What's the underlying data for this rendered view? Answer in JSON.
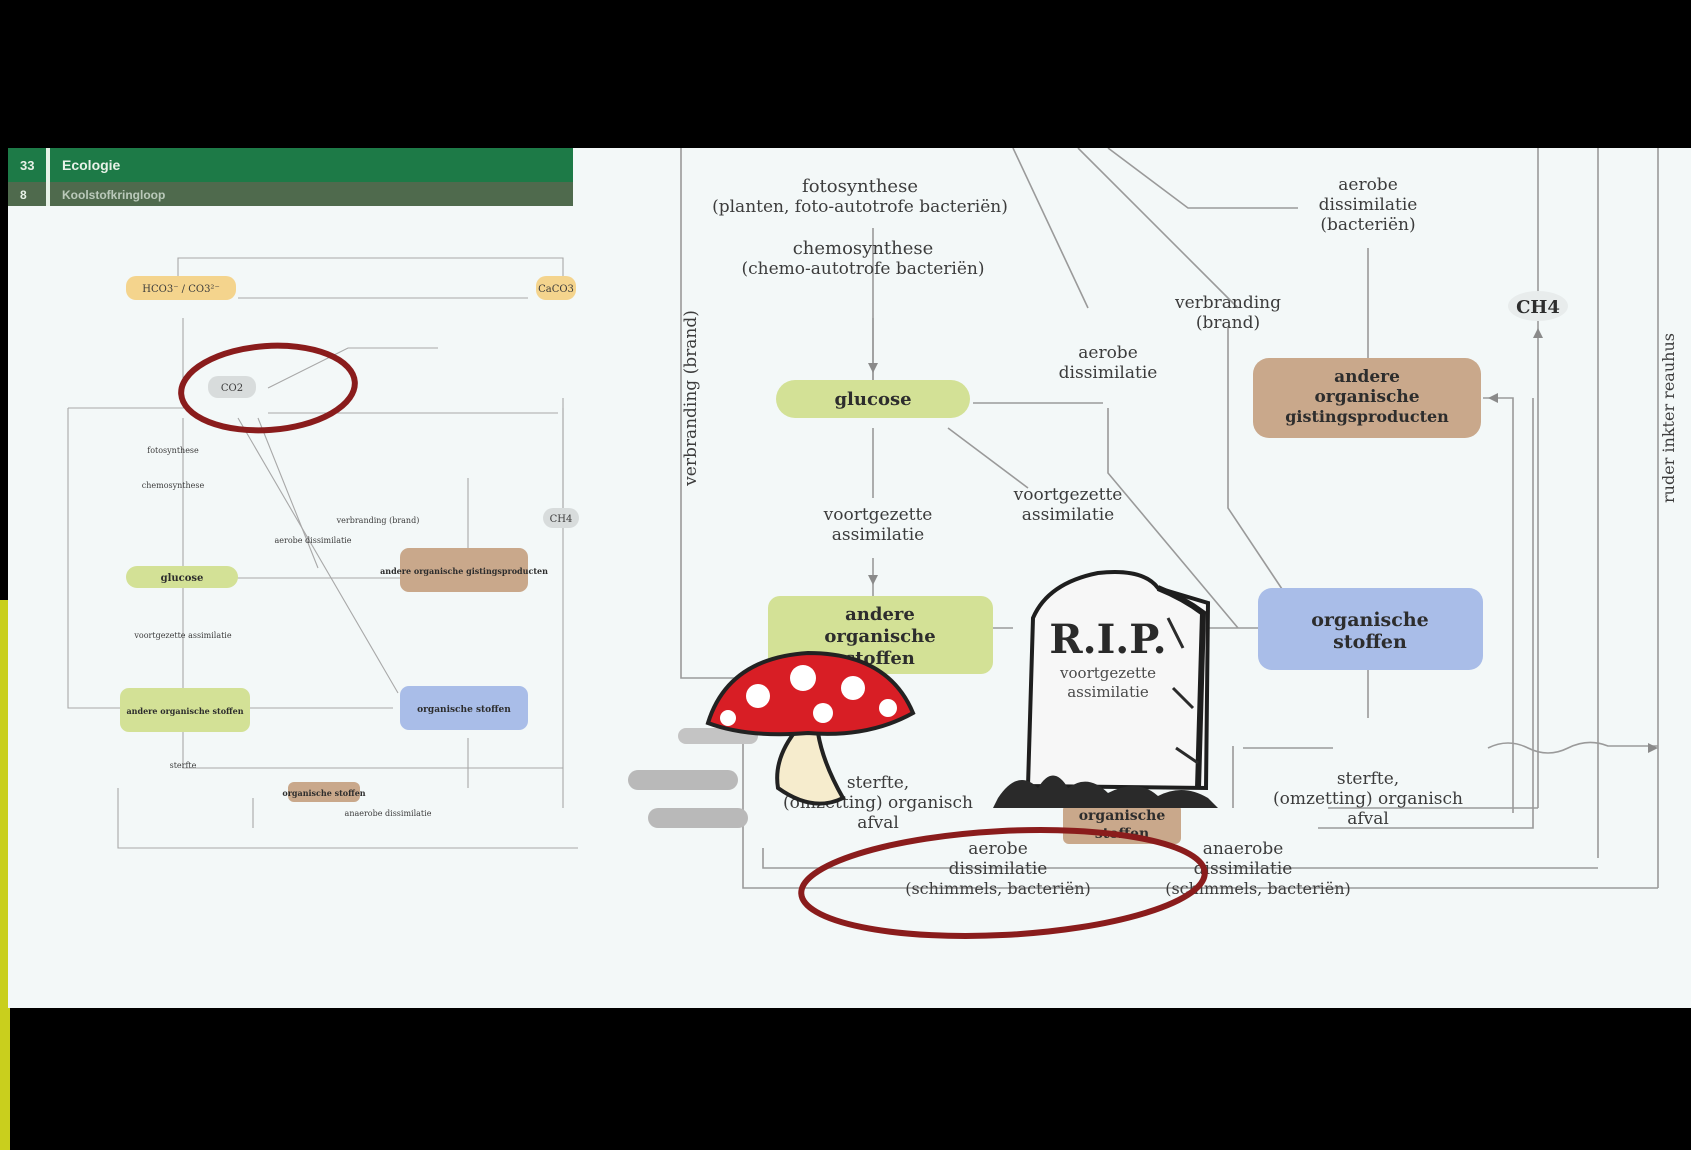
{
  "header": {
    "row1_num": "33",
    "row1_title": "Ecologie",
    "row2_num": "8",
    "row2_title": "Koolstofkringloop"
  },
  "small_diagram": {
    "node_co2_source": "HCO3⁻ / CO3²⁻",
    "node_caco3": "CaCO3",
    "node_co2": "CO2",
    "node_ch4": "CH4",
    "node_glucose": "glucose",
    "node_andere_stoffen": "andere organische stoffen",
    "node_andere_brown": "andere organische gistingsproducten",
    "node_organische": "organische stoffen",
    "node_organische_bottom": "organische stoffen",
    "lbl_fotosynthese": "fotosynthese",
    "lbl_chemosynthese": "chemosynthese",
    "lbl_verbranding": "verbranding (brand)",
    "lbl_aerobe": "aerobe dissimilatie",
    "lbl_voortgezette": "voortgezette assimilatie",
    "lbl_sterfte": "sterfte",
    "lbl_anaerobe": "anaerobe dissimilatie"
  },
  "big_diagram": {
    "fotosynthese_line1": "fotosynthese",
    "fotosynthese_line2": "(planten, foto-autotrofe bacteriën)",
    "chemosynthese_line1": "chemosynthese",
    "chemosynthese_line2": "(chemo-autotrofe bacteriën)",
    "aerobe_top_line1": "aerobe",
    "aerobe_top_line2": "dissimilatie",
    "aerobe_top_line3": "(bacteriën)",
    "verbranding_line1": "verbranding",
    "verbranding_line2": "(brand)",
    "aerobe_mid_line1": "aerobe",
    "aerobe_mid_line2": "dissimilatie",
    "ch4": "CH4",
    "glucose": "glucose",
    "andere_brown_line1": "andere",
    "andere_brown_line2": "organische",
    "andere_brown_line3": "gistingsproducten",
    "voortgezette_left_line1": "voortgezette",
    "voortgezette_left_line2": "assimilatie",
    "voortgezette_mid_line1": "voortgezette",
    "voortgezette_mid_line2": "assimilatie",
    "andere_green_line1": "andere",
    "andere_green_line2": "organische",
    "andere_green_line3": "stoffen",
    "organische_line1": "organische",
    "organische_line2": "stoffen",
    "vertical_left": "verbranding (brand)",
    "vertical_right": "ruder inkter reauhus",
    "sterfte_left_line1": "sterfte,",
    "sterfte_left_line2": "(omzetting) organisch",
    "sterfte_left_line3": "afval",
    "sterfte_right_line1": "sterfte,",
    "sterfte_right_line2": "(omzetting) organisch",
    "sterfte_right_line3": "afval",
    "aerobe_bottom_line1": "aerobe",
    "aerobe_bottom_line2": "dissimilatie",
    "aerobe_bottom_line3": "(schimmels, bacteriën)",
    "anaerobe_line1": "anaerobe",
    "anaerobe_line2": "dissimilatie",
    "anaerobe_line3": "(schimmels, bacteriën)",
    "organische_small_line1": "organische",
    "organische_small_line2": "stoffen",
    "rip_text": "R.I.P.",
    "rip_sub_line1": "voortgezette",
    "rip_sub_line2": "assimilatie"
  },
  "colors": {
    "header_green": "#1d7a47",
    "node_green": "#d3e196",
    "node_brown": "#c9a88b",
    "node_blue": "#a9bde8",
    "highlight_circle": "#8a1c1c",
    "mushroom_red": "#d81e25"
  },
  "icons": {
    "mushroom": "mushroom-icon",
    "tombstone": "tombstone-icon",
    "speed_lines": "speed-lines-icon"
  }
}
